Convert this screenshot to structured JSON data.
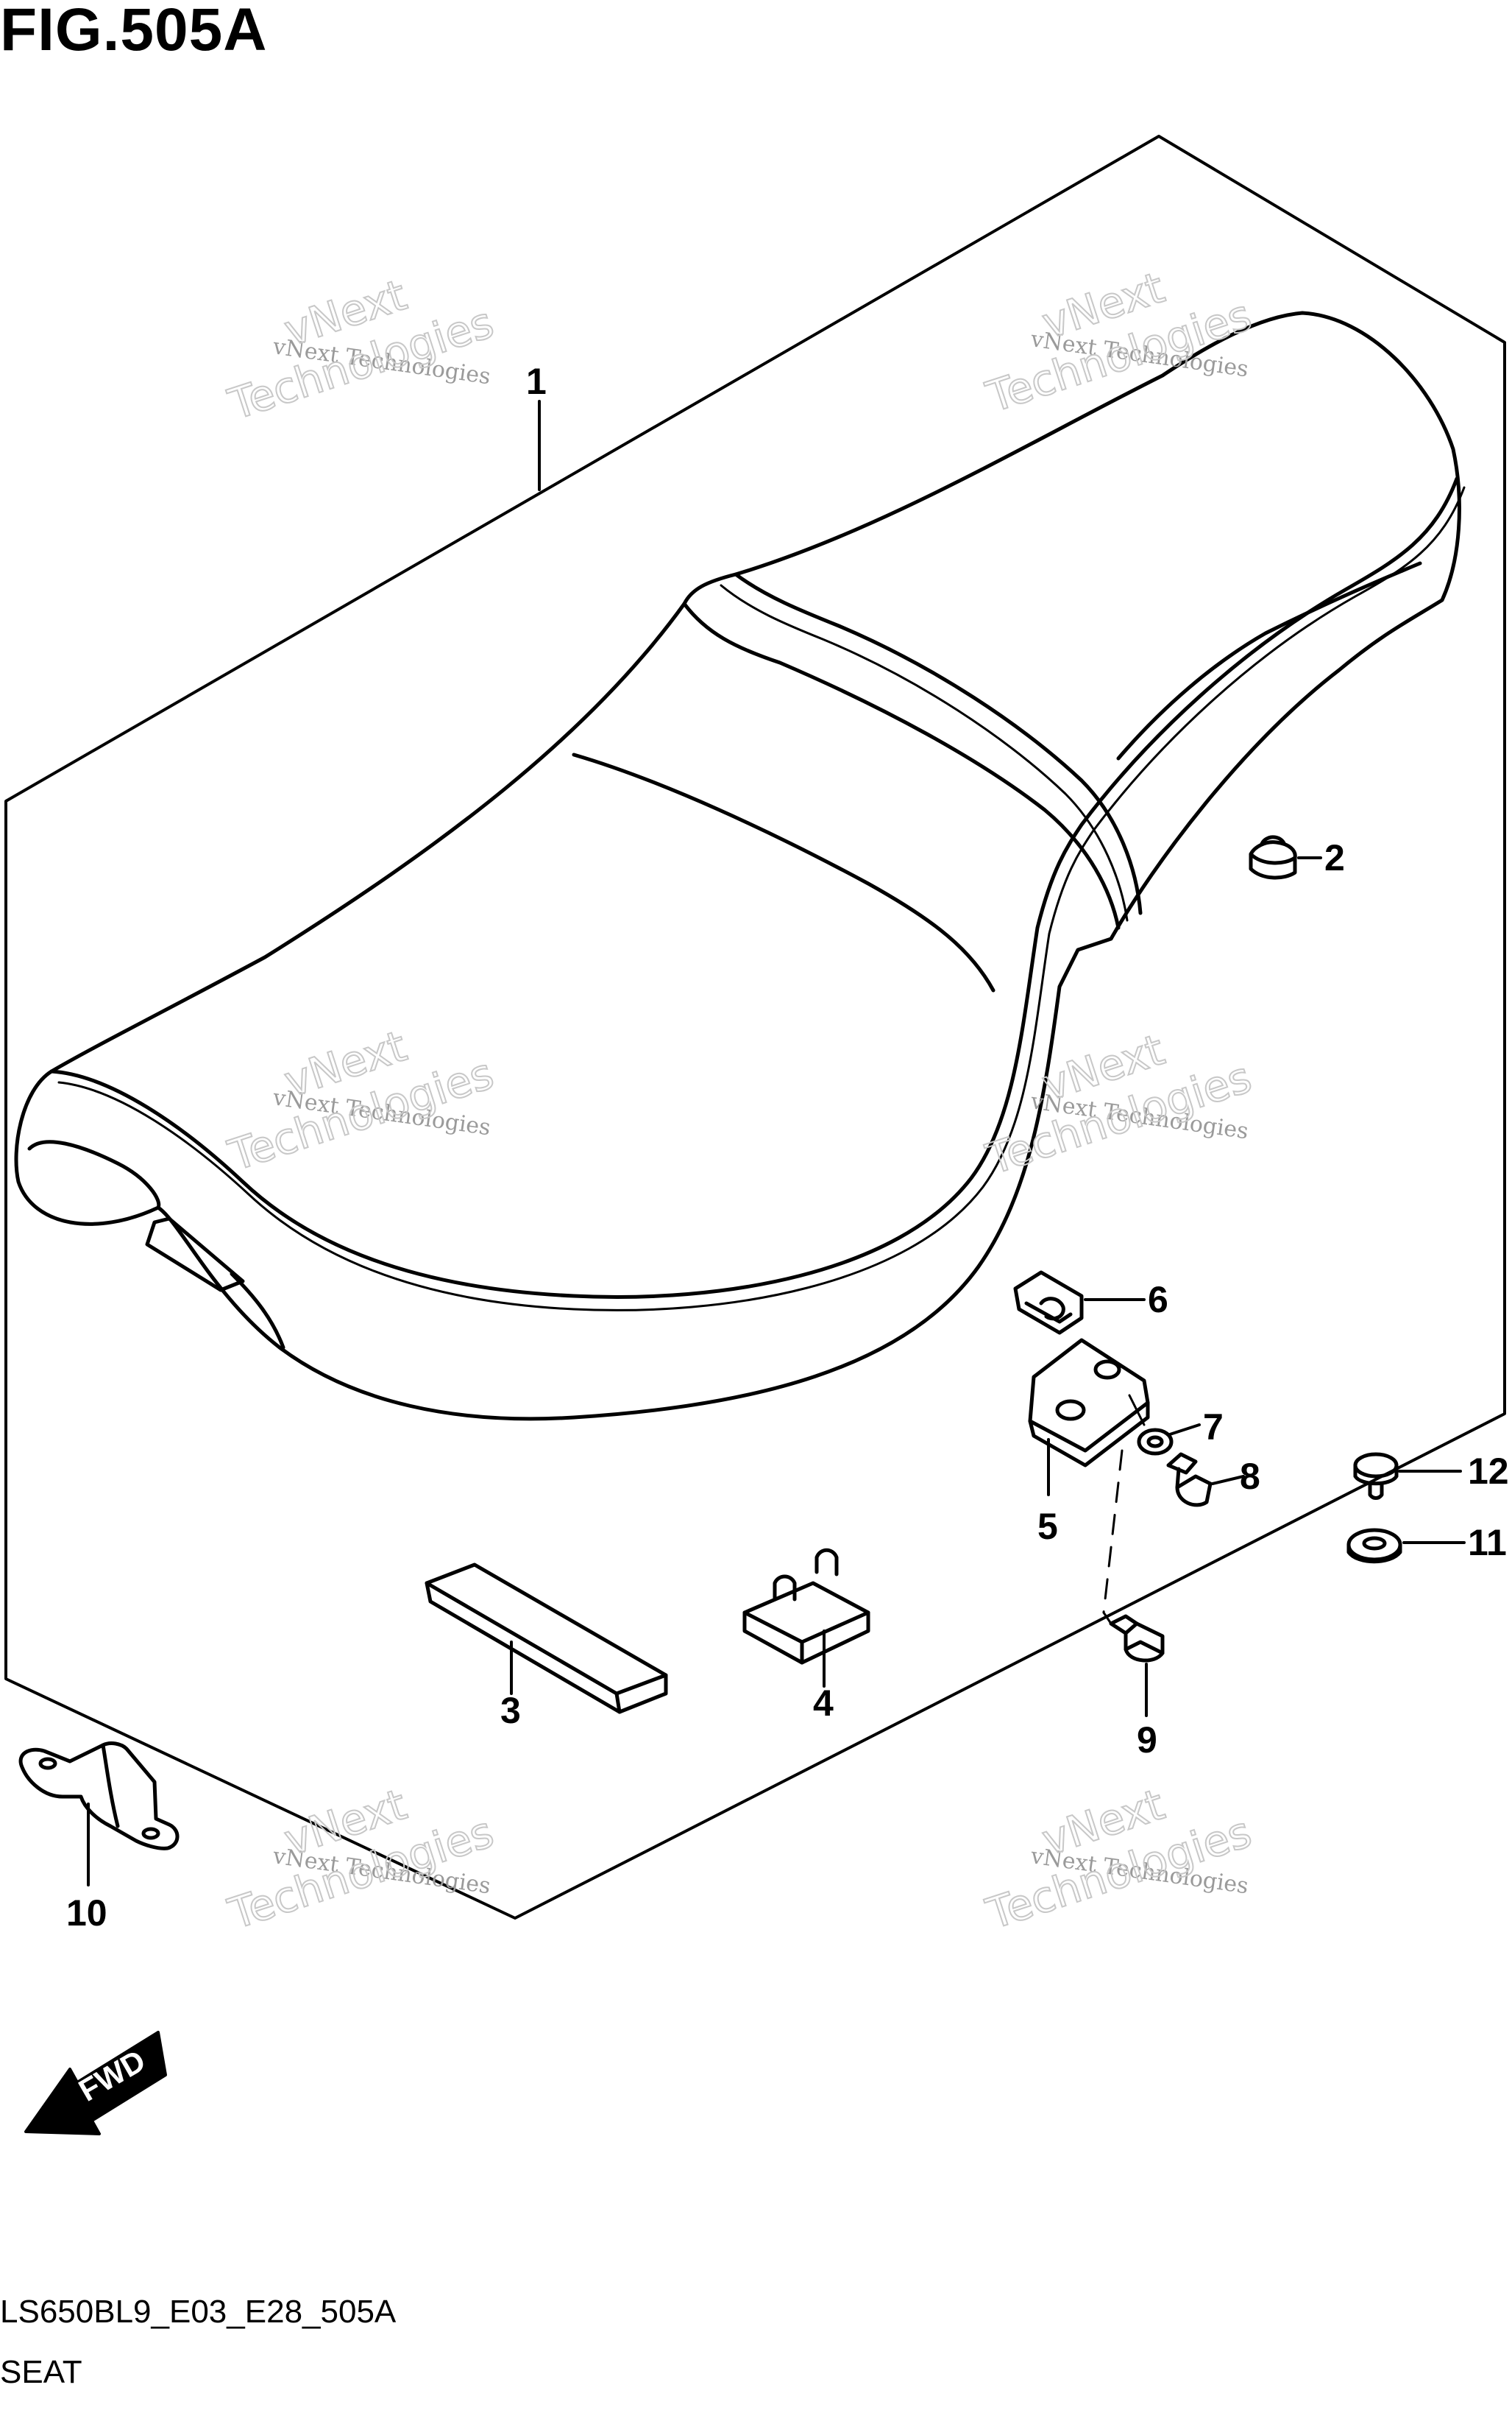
{
  "figure": {
    "title": "FIG.505A",
    "code": "LS650BL9_E03_E28_505A",
    "name": "SEAT"
  },
  "callouts": [
    "1",
    "2",
    "3",
    "4",
    "5",
    "6",
    "7",
    "8",
    "9",
    "10",
    "11",
    "12"
  ],
  "direction_label": "FWD",
  "watermark": {
    "line1": "vNext Technologies",
    "line2": "vNext",
    "line3": "Technologies"
  }
}
